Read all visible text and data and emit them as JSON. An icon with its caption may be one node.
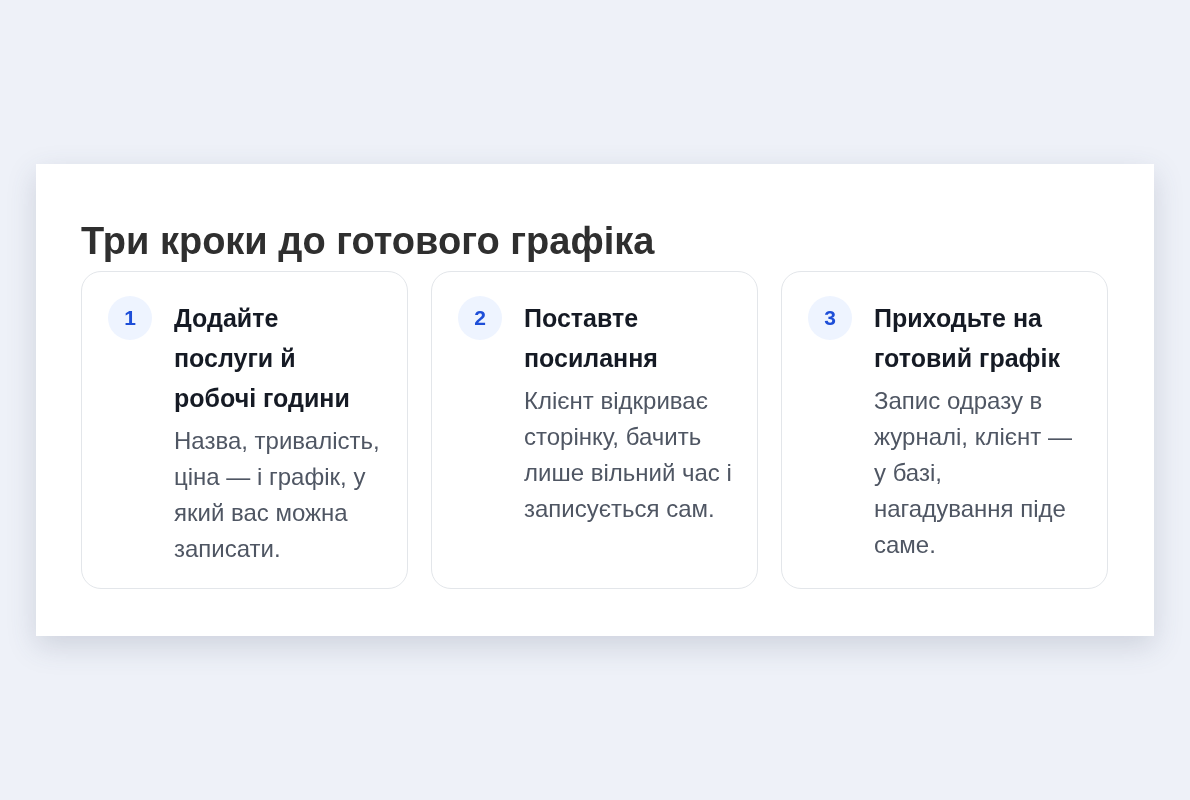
{
  "diagram": {
    "title": "Три кроки до готового графіка",
    "nodes": [
      {
        "text": [
          "Додайте послуги й робочі години",
          "Назва, тривалість, ціна — і графік, у який вас можна записати."
        ]
      },
      {
        "text": [
          "1"
        ],
        "in": 0
      },
      {
        "text": [
          "Поставте посилання",
          "Клієнт відкриває сторінку, бачить лише вільний час і записується сам."
        ]
      },
      {
        "text": [
          "2"
        ],
        "in": 2
      },
      {
        "text": [
          "Приходьте на готовий графік",
          "Запис одразу в журналі, клієнт — у базі, нагадування піде саме."
        ]
      },
      {
        "text": [
          "3"
        ],
        "in": 4
      }
    ]
  }
}
